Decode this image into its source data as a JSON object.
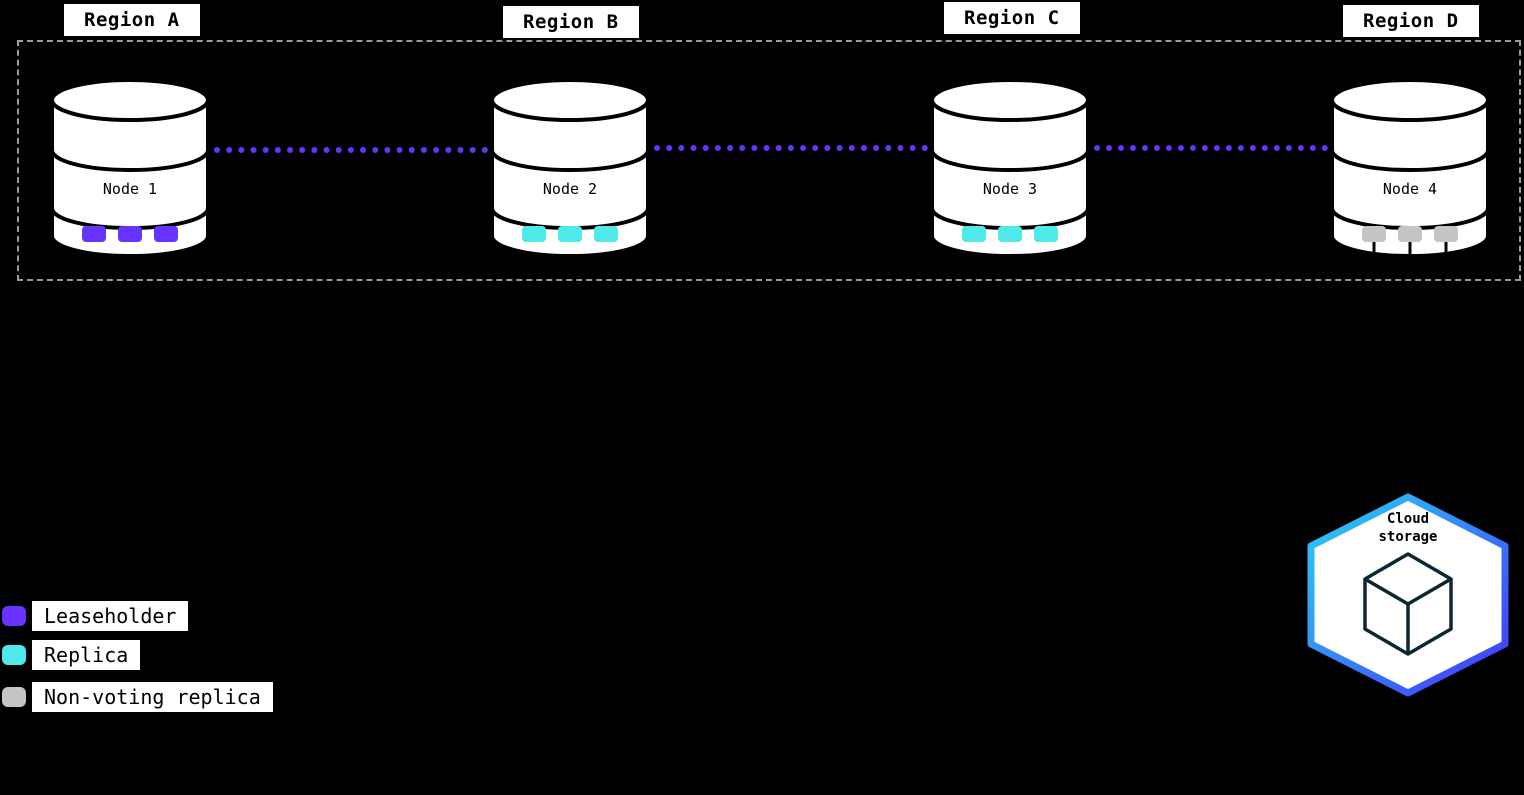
{
  "diagram": {
    "description": "Multi-region database cluster topology with replica placement and cloud storage"
  },
  "colors": {
    "leaseholder": "#6933ff",
    "replica": "#4fe9e9",
    "nonvoting": "#c4c4c4",
    "connection": "#6933ff",
    "hexgrad1": "#29d2f2",
    "hexgrad2": "#4433ff"
  },
  "regions": [
    {
      "label": "Region A"
    },
    {
      "label": "Region B"
    },
    {
      "label": "Region C"
    },
    {
      "label": "Region D"
    }
  ],
  "nodes": [
    {
      "label": "Node 1",
      "replica_type": "leaseholder",
      "replicas_shown": 3
    },
    {
      "label": "Node 2",
      "replica_type": "replica",
      "replicas_shown": 3
    },
    {
      "label": "Node 3",
      "replica_type": "replica",
      "replicas_shown": 3
    },
    {
      "label": "Node 4",
      "replica_type": "nonvoting",
      "replicas_shown": 3
    }
  ],
  "legend": [
    {
      "label": "Leaseholder",
      "color_key": "leaseholder"
    },
    {
      "label": "Replica",
      "color_key": "replica"
    },
    {
      "label": "Non-voting replica",
      "color_key": "nonvoting"
    }
  ],
  "cloud_storage": {
    "label_line1": "Cloud",
    "label_line2": "storage"
  }
}
